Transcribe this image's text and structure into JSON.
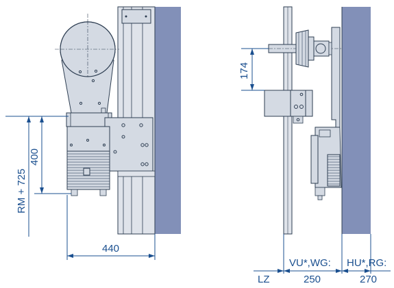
{
  "dimensions": {
    "rm_725": "RM + 725",
    "h400": "400",
    "w440": "440",
    "h174": "174",
    "lz": "LZ",
    "vu_wg": "VU*,WG:",
    "vu_wg_value": "250",
    "hu_rg": "HU*,RG:",
    "hu_rg_value": "270"
  },
  "colors": {
    "line": "#1a4f8f",
    "machine": "#d4dae3",
    "wall": "#8290b8",
    "rail": "#dfe3ea",
    "outline": "#2e3e52"
  }
}
